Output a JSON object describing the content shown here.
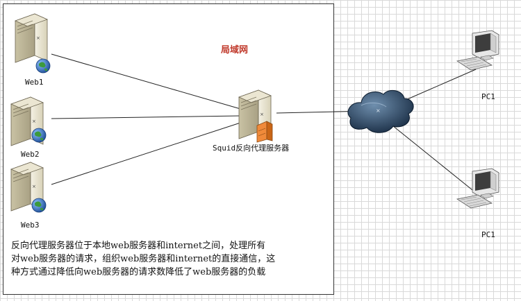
{
  "lan": {
    "title": "局域网"
  },
  "servers": [
    {
      "label": "Web1"
    },
    {
      "label": "Web2"
    },
    {
      "label": "Web3"
    }
  ],
  "proxy": {
    "label": "Squid反向代理服务器"
  },
  "clients": [
    {
      "label": "PC1"
    },
    {
      "label": "PC1"
    }
  ],
  "description": {
    "lines": [
      "反向代理服务器位于本地web服务器和internet之间，处理所有",
      "对web服务器的请求，组织web服务器和internet的直接通信，这",
      "种方式通过降低向web服务器的请求数降低了web服务器的负载"
    ]
  },
  "colors": {
    "lan_title": "#c0392b",
    "server_body": "#eee9d6",
    "globe": "#2c6fc4",
    "cloud": "#17324f",
    "line": "#222222"
  },
  "icons": {
    "server": "server-icon",
    "globe": "globe-icon",
    "cloud": "cloud-icon",
    "pc": "pc-icon",
    "firewall": "firewall-icon"
  }
}
